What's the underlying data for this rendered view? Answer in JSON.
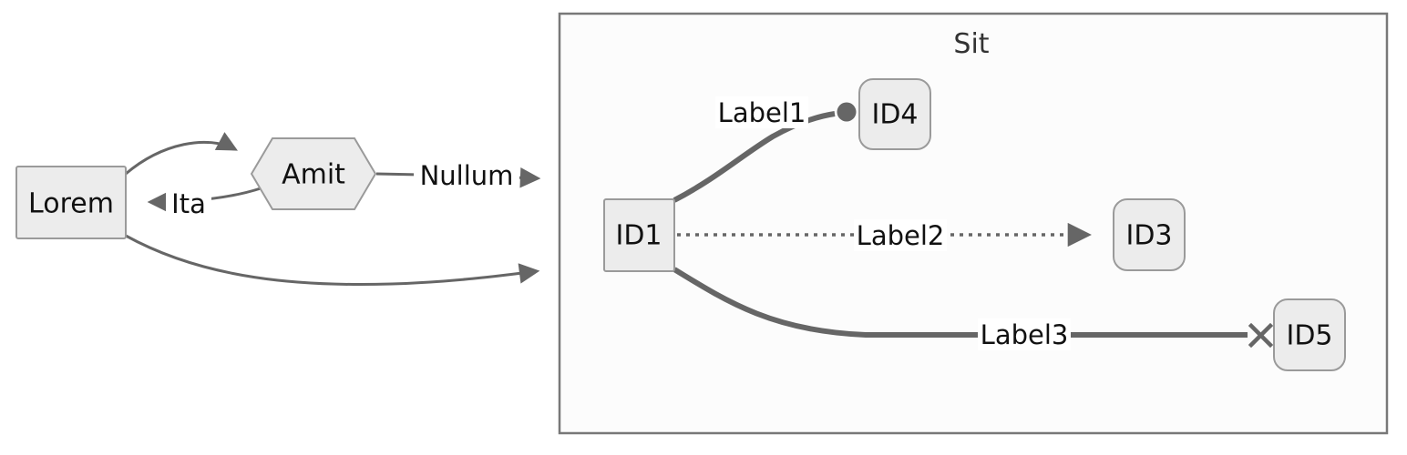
{
  "diagram": {
    "type": "flowchart",
    "direction": "left-to-right",
    "subgraph": {
      "title": "Sit",
      "contains": [
        "ID1",
        "ID4",
        "ID3",
        "ID5"
      ]
    },
    "nodes": {
      "lorem": {
        "label": "Lorem",
        "shape": "rectangle"
      },
      "amit": {
        "label": "Amit",
        "shape": "hexagon"
      },
      "id1": {
        "label": "ID1",
        "shape": "rectangle"
      },
      "id4": {
        "label": "ID4",
        "shape": "rounded-rectangle"
      },
      "id3": {
        "label": "ID3",
        "shape": "rounded-rectangle"
      },
      "id5": {
        "label": "ID5",
        "shape": "rounded-rectangle"
      }
    },
    "edges": [
      {
        "id": "lorem-amit",
        "from": "Lorem",
        "to": "Amit",
        "label": "",
        "line": "solid",
        "end": "arrow"
      },
      {
        "id": "amit-lorem",
        "from": "Amit",
        "to": "Lorem",
        "label": "Ita",
        "line": "solid",
        "end": "arrow"
      },
      {
        "id": "amit-sit",
        "from": "Amit",
        "to": "Sit",
        "label": "Nullum",
        "line": "solid",
        "end": "arrow"
      },
      {
        "id": "lorem-sit",
        "from": "Lorem",
        "to": "Sit",
        "label": "",
        "line": "solid",
        "end": "arrow"
      },
      {
        "id": "id1-id4",
        "from": "ID1",
        "to": "ID4",
        "label": "Label1",
        "line": "thick",
        "end": "circle"
      },
      {
        "id": "id1-id3",
        "from": "ID1",
        "to": "ID3",
        "label": "Label2",
        "line": "dotted",
        "end": "arrow"
      },
      {
        "id": "id1-id5",
        "from": "ID1",
        "to": "ID5",
        "label": "Label3",
        "line": "thick",
        "end": "cross"
      }
    ],
    "colors": {
      "node_fill": "#ececec",
      "node_border": "#9a9a9a",
      "edge": "#666666",
      "cluster_fill": "#fcfcfc",
      "cluster_border": "#787878",
      "text": "#111111",
      "title_text": "#333333",
      "label_background": "#ffffff"
    }
  }
}
